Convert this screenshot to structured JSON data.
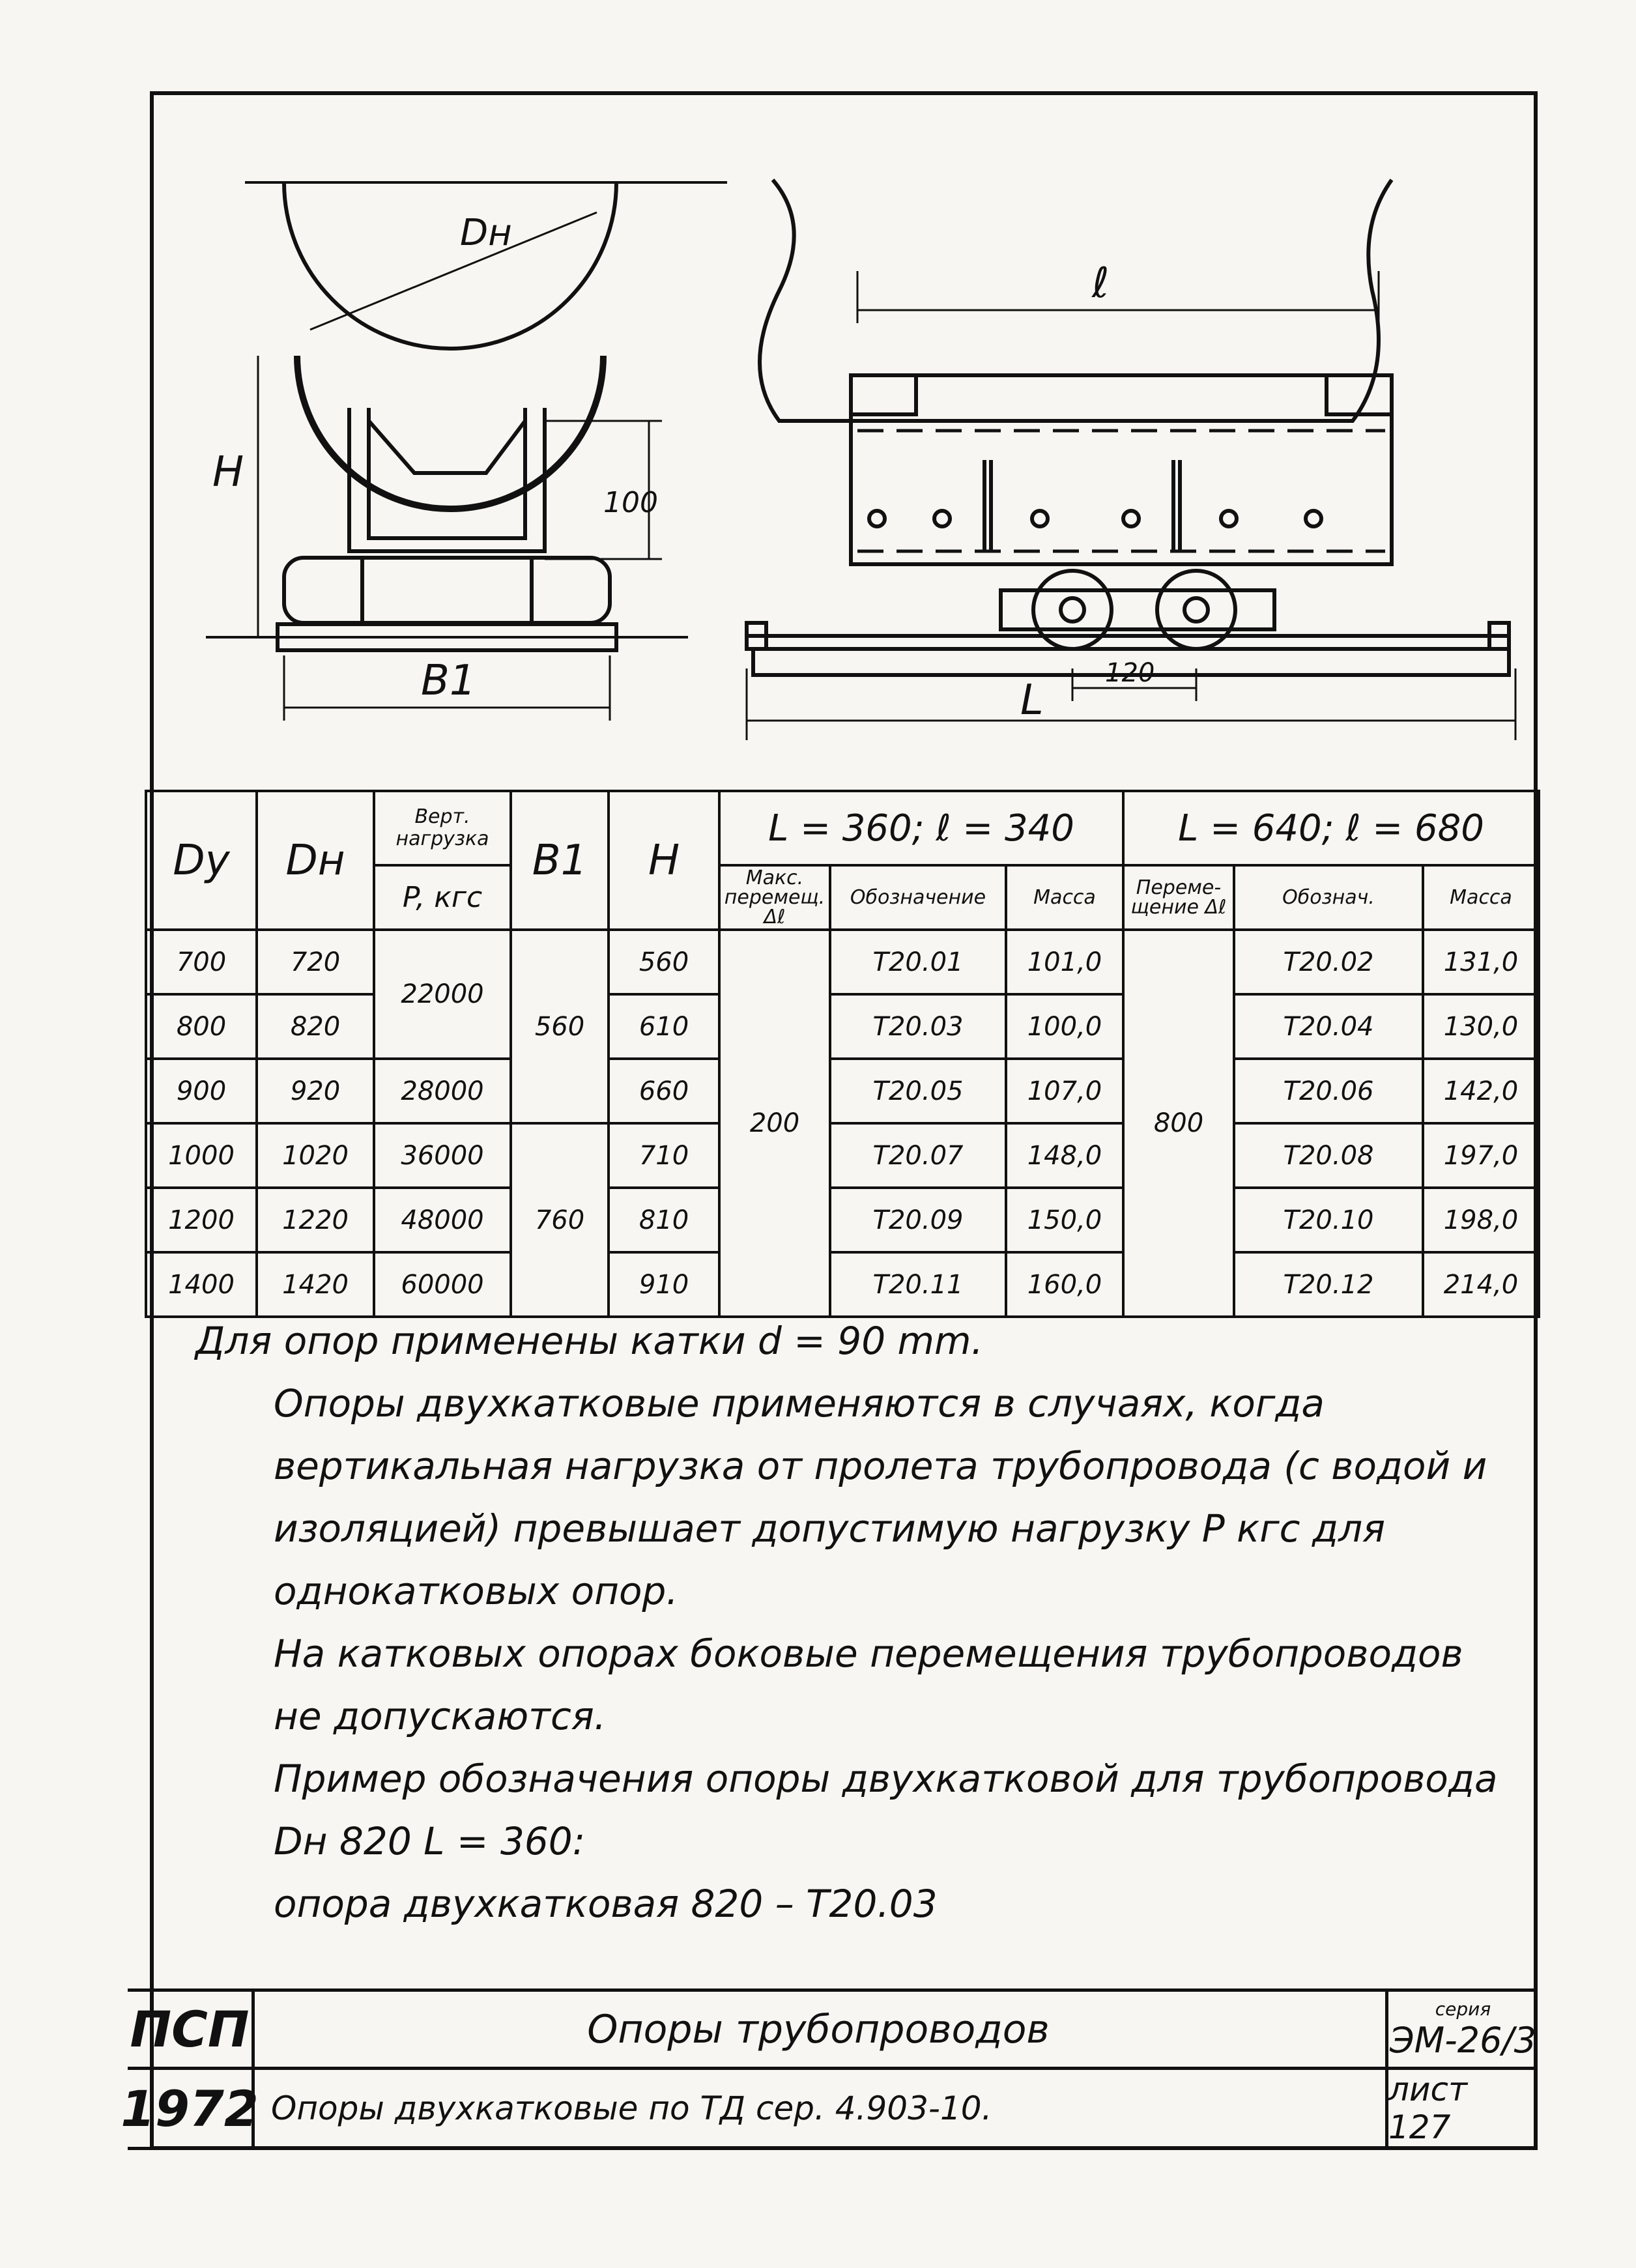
{
  "drawing": {
    "labels": {
      "dn": "Dн",
      "h": "H",
      "b1": "B1",
      "dim_100": "100",
      "l_top": "ℓ",
      "l_bottom": "L",
      "dim_120": "120"
    }
  },
  "table": {
    "headers": {
      "dy": "Dу",
      "dn": "Dн",
      "load_top": "Верт. нагрузка",
      "load_bottom": "P, кгс",
      "b1": "B1",
      "h": "H",
      "group1": "L = 360;  ℓ = 340",
      "group2": "L = 640;  ℓ = 680",
      "max_move": "Макс. перемещ. Δℓ",
      "designation": "Обозначение",
      "mass": "Масса",
      "move2": "Переме- щение Δℓ",
      "designation2": "Обознач.",
      "mass2": "Масса"
    },
    "rows": [
      {
        "dy": "700",
        "dn": "720",
        "h": "560",
        "des1": "T20.01",
        "mass1": "101,0",
        "des2": "T20.02",
        "mass2": "131,0"
      },
      {
        "dy": "800",
        "dn": "820",
        "h": "610",
        "des1": "T20.03",
        "mass1": "100,0",
        "des2": "T20.04",
        "mass2": "130,0"
      },
      {
        "dy": "900",
        "dn": "920",
        "h": "660",
        "des1": "T20.05",
        "mass1": "107,0",
        "des2": "T20.06",
        "mass2": "142,0"
      },
      {
        "dy": "1000",
        "dn": "1020",
        "h": "710",
        "des1": "T20.07",
        "mass1": "148,0",
        "des2": "T20.08",
        "mass2": "197,0"
      },
      {
        "dy": "1200",
        "dn": "1220",
        "h": "810",
        "des1": "T20.09",
        "mass1": "150,0",
        "des2": "T20.10",
        "mass2": "198,0"
      },
      {
        "dy": "1400",
        "dn": "1420",
        "h": "910",
        "des1": "T20.11",
        "mass1": "160,0",
        "des2": "T20.12",
        "mass2": "214,0"
      }
    ],
    "loads": [
      "22000",
      "28000",
      "36000",
      "48000",
      "60000"
    ],
    "b1_values": [
      "560",
      "760"
    ],
    "move1": "200",
    "move2": "800"
  },
  "notes": [
    "Для опор применены катки d = 90 mm.",
    "Опоры двухкатковые применяются в случаях, когда вертикальная нагрузка от пролета трубопровода (с водой и изоляцией) превышает допустимую нагрузку P кгс для однокатковых опор.",
    "На катковых опорах боковые перемещения трубопроводов не допускаются.",
    "Пример обозначения опоры двухкатковой для трубопровода Dн 820 L = 360:",
    "опора двухкатковая 820 – T20.03"
  ],
  "title_block": {
    "org": "ПСП",
    "year": "1972",
    "title": "Опоры трубопроводов",
    "subtitle": "Опоры двухкатковые по ТД сер. 4.903-10.",
    "series_label": "серия",
    "series": "ЭМ-26/3",
    "sheet": "лист 127"
  }
}
